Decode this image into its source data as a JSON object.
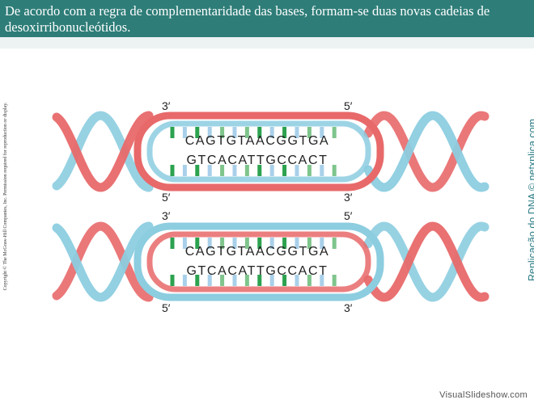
{
  "header": {
    "text": "De acordo com a regra de complementaridade das bases, formam-se duas novas cadeias de desoxirribonucleótidos."
  },
  "copyright": "Copyright © The McGraw-Hill Companies, Inc. Permission required for reproduction or display.",
  "credit": "Replicação do DNA © netxplica.com",
  "footer": "VisualSlideshow.com",
  "colors": {
    "header_bg": "#2e7d78",
    "old_strand": "#e8696a",
    "new_strand": "#8ccde0",
    "base_a": "#a9d0ea",
    "base_g": "#2ca24f",
    "credit_text": "#2a7c84"
  },
  "diagram": {
    "top": {
      "upper_seq": "CAGTGTAACGGTGA",
      "lower_seq": "GTCACATTGCCACT",
      "label_top_left": "3′",
      "label_top_right": "5′",
      "label_bottom_left": "5′",
      "label_bottom_right": "3′"
    },
    "bottom": {
      "upper_seq": "CAGTGTAACGGTGA",
      "lower_seq": "GTCACATTGCCACT",
      "label_top_left": "3′",
      "label_top_right": "5′",
      "label_bottom_left": "5′",
      "label_bottom_right": "3′"
    }
  }
}
